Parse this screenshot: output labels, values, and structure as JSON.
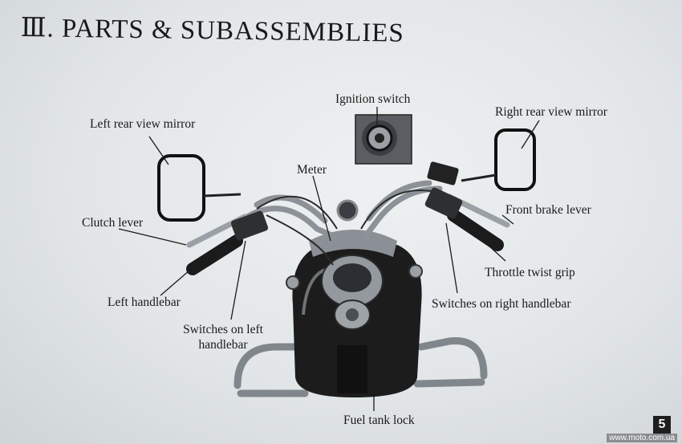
{
  "page": {
    "title": "Ⅲ. PARTS & SUBASSEMBLIES",
    "page_number": "5",
    "watermark": "www.moto.com.ua"
  },
  "labels": {
    "ignition_switch": "Ignition switch",
    "left_mirror": "Left rear view mirror",
    "right_mirror": "Right rear view mirror",
    "meter": "Meter",
    "clutch_lever": "Clutch lever",
    "front_brake_lever": "Front brake lever",
    "throttle_twist_grip": "Throttle twist grip",
    "left_handlebar": "Left handlebar",
    "switches_right_handlebar": "Switches on right handlebar",
    "switches_left_handlebar": "Switches on left handlebar",
    "fuel_tank_lock": "Fuel tank lock"
  },
  "colors": {
    "paper": "#e6e9eb",
    "ink": "#1a1a1a",
    "chrome": "#8f959a",
    "tank": "#1c1c1c"
  }
}
